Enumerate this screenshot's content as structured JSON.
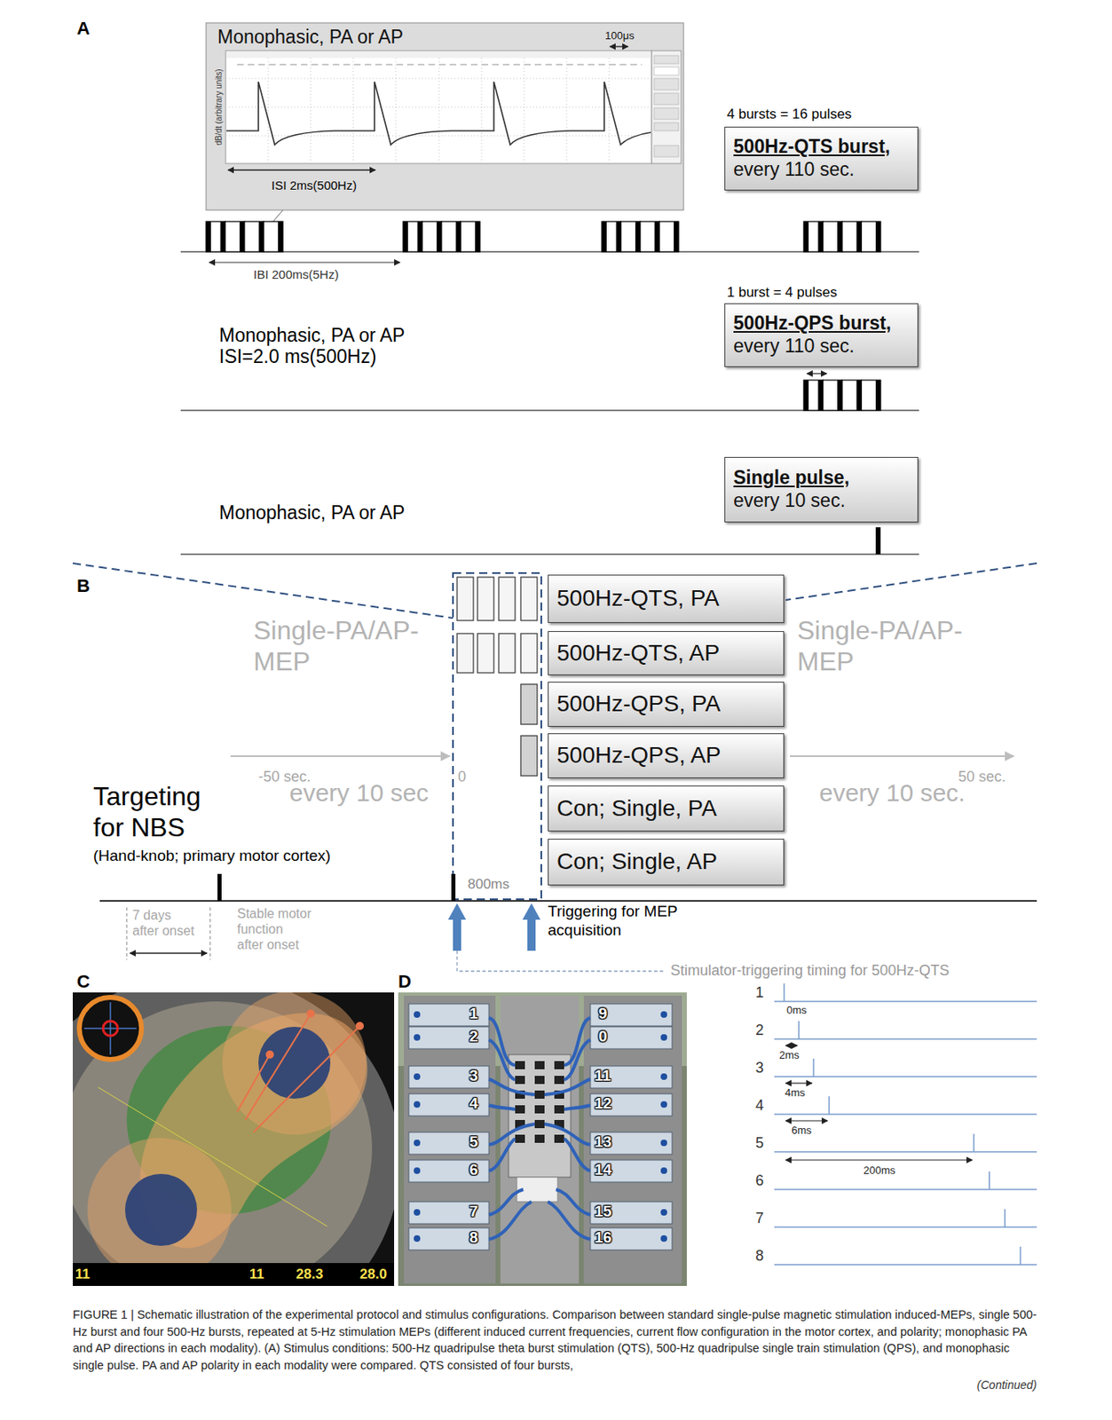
{
  "diagram": {
    "caption": "FIGURE 1 | Schematic illustration of the experimental protocol and stimulus configurations. Comparison between standard single-pulse magnetic stimulation induced-MEPs, single 500-Hz burst and four 500-Hz bursts, repeated at 5-Hz stimulation MEPs (different induced current frequencies, current flow configuration in the motor cortex, and polarity; monophasic PA and AP directions in each modality). (A) Stimulus conditions: 500-Hz quadripulse theta burst stimulation (QTS), 500-Hz quadripulse single train stimulation (QPS), and monophasic single pulse. PA and AP polarity in each modality were compared. QTS consisted of four bursts,",
    "nodes": [
      {
        "text": [
          "Monophasic, PA or AP",
          "100μs"
        ]
      },
      {
        "text": [
          "500Hz-QTS burst,",
          "every 110 sec."
        ]
      },
      {
        "text": [
          "500Hz-QPS burst,",
          "every 110 sec."
        ]
      },
      {
        "text": [
          "Single pulse,",
          "every 10 sec."
        ]
      },
      {
        "text": [
          "500Hz-QTS, PA"
        ]
      },
      {
        "text": [
          "500Hz-QTS, AP"
        ]
      },
      {
        "text": [
          "500Hz-QPS, PA"
        ]
      },
      {
        "text": [
          "500Hz-QPS, AP"
        ]
      },
      {
        "text": [
          "Con; Single, PA"
        ]
      },
      {
        "text": [
          "Con; Single, AP"
        ]
      }
    ],
    "labels": [
      "A",
      "dB/dt (arbitrary units)",
      "ISI 2ms(500Hz)",
      "IBI 200ms(5Hz)",
      "4 bursts = 16 pulses",
      "1 burst = 4 pulses",
      "Monophasic, PA or AP",
      "ISI=2.0 ms(500Hz)",
      "Monophasic, PA or AP",
      "B",
      "Single-PA/AP-MEP",
      "-50 sec.",
      "every 10 sec",
      "0",
      "Single-PA/AP-MEP",
      "50 sec.",
      "every 10 sec.",
      "Targeting for NBS",
      "(Hand-knob; primary motor cortex)",
      "800ms",
      "Triggering for MEP acquisition",
      "7 days after onset",
      "Stable motor function after onset",
      "Stimulator-triggering timing for 500Hz-QTS",
      "C",
      "D",
      "11",
      "11",
      "28.3",
      "28.0",
      "1",
      "2",
      "3",
      "4",
      "5",
      "6",
      "7",
      "8",
      "9",
      "0",
      "11",
      "12",
      "13",
      "14",
      "15",
      "16",
      "1",
      "2",
      "3",
      "4",
      "5",
      "6",
      "7",
      "8",
      "0ms",
      "2ms",
      "4ms",
      "6ms",
      "200ms",
      "(Continued)"
    ]
  }
}
